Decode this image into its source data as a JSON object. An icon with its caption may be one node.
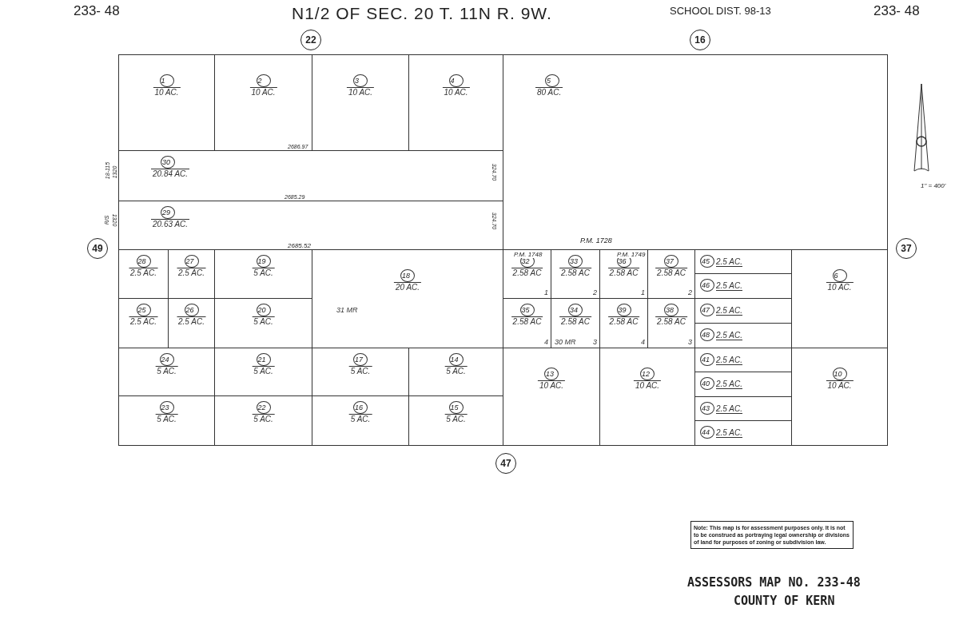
{
  "diagram": {
    "title": "N1/2 OF SEC. 20 T. 11N R. 9W.",
    "nodes": [
      {
        "text": [
          "1",
          "10 AC."
        ]
      },
      {
        "text": [
          "2",
          "10 AC."
        ]
      },
      {
        "text": [
          "3",
          "10 AC."
        ]
      },
      {
        "text": [
          "4",
          "10 AC."
        ]
      },
      {
        "text": [
          "5",
          "80 AC."
        ]
      },
      {
        "text": [
          "30",
          "20.84 AC."
        ]
      },
      {
        "text": [
          "29",
          "20.63 AC."
        ]
      },
      {
        "text": [
          "28",
          "2.5 AC."
        ]
      },
      {
        "text": [
          "27",
          "2.5 AC."
        ]
      },
      {
        "text": [
          "19",
          "5 AC."
        ]
      },
      {
        "text": [
          "18",
          "20 AC.",
          "31 MR"
        ]
      },
      {
        "text": [
          "32",
          "2.58 AC",
          "1"
        ]
      },
      {
        "text": [
          "33",
          "2.58 AC",
          "2"
        ]
      },
      {
        "text": [
          "36",
          "2.58 AC",
          "1"
        ]
      },
      {
        "text": [
          "37",
          "2.58 AC",
          "2"
        ]
      },
      {
        "text": [
          "45",
          "2.5 AC."
        ]
      },
      {
        "text": [
          "6",
          "10 AC."
        ]
      },
      {
        "text": [
          "46",
          "2.5 AC."
        ]
      },
      {
        "text": [
          "25",
          "2.5 AC."
        ]
      },
      {
        "text": [
          "26",
          "2.5 AC."
        ]
      },
      {
        "text": [
          "20",
          "5 AC."
        ]
      },
      {
        "text": [
          "35",
          "2.58 AC",
          "4"
        ]
      },
      {
        "text": [
          "34",
          "2.58 AC",
          "30 MR",
          "3"
        ]
      },
      {
        "text": [
          "39",
          "2.58 AC",
          "4"
        ]
      },
      {
        "text": [
          "38",
          "2.58 AC",
          "3"
        ]
      },
      {
        "text": [
          "47",
          "2.5 AC."
        ]
      },
      {
        "text": [
          "48",
          "2.5 AC."
        ]
      },
      {
        "text": [
          "24",
          "5 AC."
        ]
      },
      {
        "text": [
          "21",
          "5 AC."
        ]
      },
      {
        "text": [
          "17",
          "5 AC."
        ]
      },
      {
        "text": [
          "14",
          "5 AC."
        ]
      },
      {
        "text": [
          "13",
          "10 AC."
        ]
      },
      {
        "text": [
          "12",
          "10 AC."
        ]
      },
      {
        "text": [
          "41",
          "2.5 AC."
        ]
      },
      {
        "text": [
          "10",
          "10 AC."
        ]
      },
      {
        "text": [
          "40",
          "2.5 AC."
        ]
      },
      {
        "text": [
          "23",
          "5 AC."
        ]
      },
      {
        "text": [
          "22",
          "5 AC."
        ]
      },
      {
        "text": [
          "16",
          "5 AC."
        ]
      },
      {
        "text": [
          "15",
          "5 AC."
        ]
      },
      {
        "text": [
          "43",
          "2.5 AC."
        ]
      },
      {
        "text": [
          "44",
          "2.5 AC."
        ]
      }
    ],
    "labels": [
      "233- 48",
      "SCHOOL DIST. 98-13",
      "233- 48",
      "22",
      "16",
      "2686.97",
      "18-115",
      "1320",
      "324.70",
      "2685.29",
      "R/S",
      "1320",
      "324.70",
      "49",
      "2685.52",
      "P.M. 1728",
      "37",
      "P.M. 1748",
      "P.M. 1749",
      "47",
      "1\" = 400'",
      "Note: This map is for assessment purposes only. It is not to be construed as portraying legal ownership or divisions of land for purposes of zoning or subdivision law.",
      "ASSESSORS MAP NO. 233-48",
      "COUNTY OF KERN"
    ]
  }
}
